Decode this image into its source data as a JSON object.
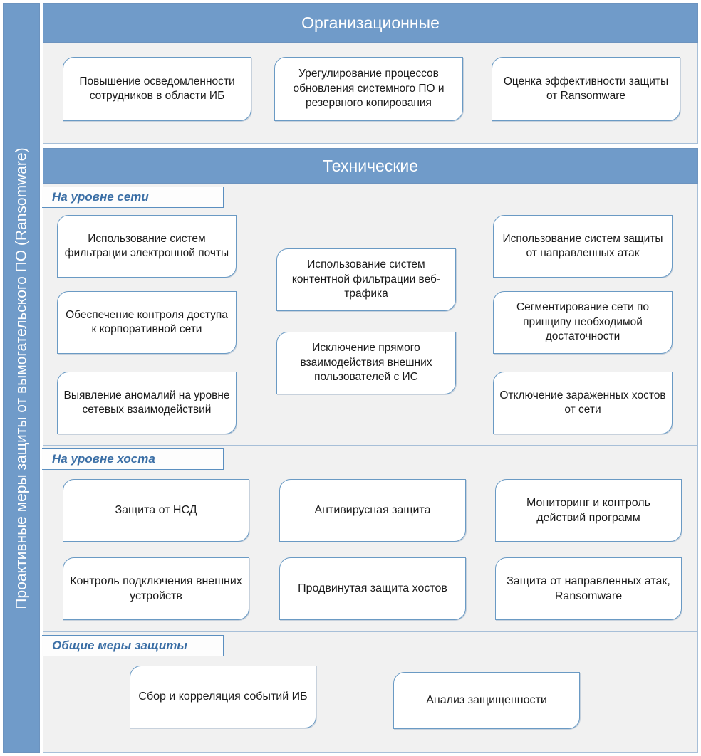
{
  "sidebar": {
    "title": "Проактивные меры защиты от вымогательского ПО (Ransomware)"
  },
  "sections": [
    {
      "id": "organizational",
      "header": "Организационные",
      "nodes": [
        "Повышение осведомленности сотрудников в области ИБ",
        "Урегулирование процессов обновления системного ПО и резервного копирования",
        "Оценка эффективности защиты от Ransomware"
      ]
    },
    {
      "id": "technical",
      "header": "Технические",
      "subsections": [
        {
          "id": "network-level",
          "label": "На уровне сети",
          "columns": [
            [
              "Использование систем фильтрации электронной почты",
              "Обеспечение контроля доступа к корпоративной сети",
              "Выявление аномалий на уровне сетевых взаимодействий"
            ],
            [
              "Использование систем контентной фильтрации веб-трафика",
              "Исключение прямого взаимодействия внешних пользователей  с ИС"
            ],
            [
              "Использование систем защиты от направленных атак",
              "Сегментирование сети по принципу необходимой достаточности",
              "Отключение зараженных хостов от сети"
            ]
          ]
        },
        {
          "id": "host-level",
          "label": "На уровне хоста",
          "columns": [
            [
              "Защита от НСД",
              "Контроль подключения внешних устройств"
            ],
            [
              "Антивирусная защита",
              "Продвинутая защита хостов"
            ],
            [
              "Мониторинг и контроль действий программ",
              "Защита от направленных атак, Ransomware"
            ]
          ]
        },
        {
          "id": "general-measures",
          "label": "Общие меры защиты",
          "columns": [
            [
              "Сбор и корреляция событий ИБ"
            ],
            [
              "Анализ защищенности"
            ]
          ]
        }
      ]
    }
  ],
  "colors": {
    "accent_blue": "#709BC9",
    "panel_grey": "#F1F1F1",
    "node_border": "#6A9AC4",
    "label_text": "#3A6EA5"
  }
}
